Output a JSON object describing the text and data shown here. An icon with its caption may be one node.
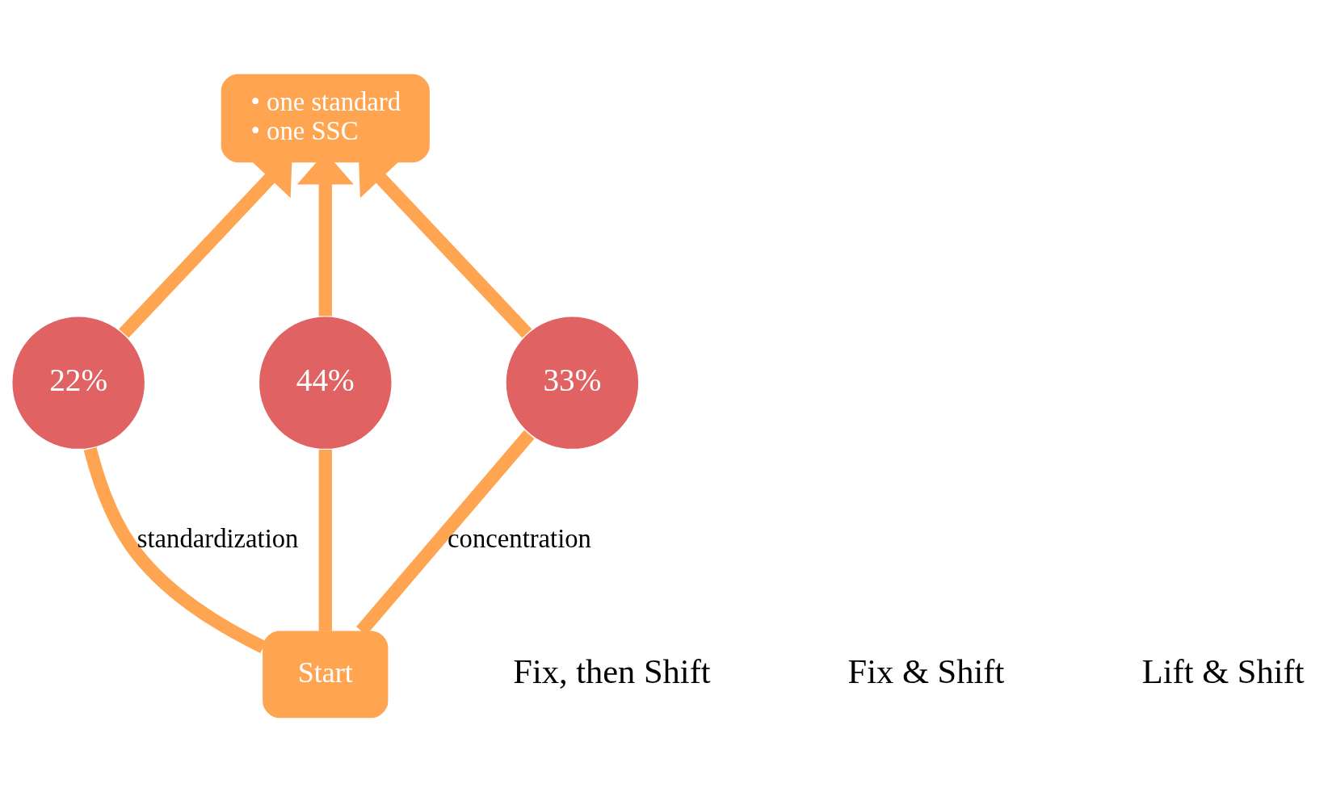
{
  "diagram": {
    "nodes": [
      {
        "text": [
          "Start"
        ]
      },
      {
        "text": [
          "22%"
        ]
      },
      {
        "text": [
          "44%"
        ]
      },
      {
        "text": [
          "33%"
        ]
      },
      {
        "text": [
          "• one standard",
          "• one SSC"
        ]
      }
    ],
    "edges": [
      {
        "from": 0,
        "to": 1,
        "arrow": "none",
        "label": "standardization"
      },
      {
        "from": 1,
        "to": 4,
        "arrow": "to"
      },
      {
        "from": 0,
        "to": 2,
        "arrow": "none"
      },
      {
        "from": 2,
        "to": 4,
        "arrow": "to"
      },
      {
        "from": 0,
        "to": 3,
        "arrow": "none",
        "label": "concentration"
      },
      {
        "from": 3,
        "to": 4,
        "arrow": "to"
      }
    ],
    "labels": [
      "Fix, then Shift",
      "Fix & Shift",
      "Lift & Shift"
    ]
  }
}
